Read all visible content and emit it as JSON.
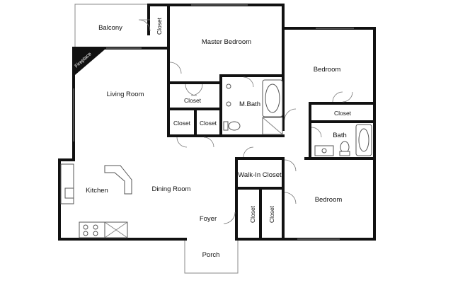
{
  "floorplan": {
    "rooms": {
      "balcony": "Balcony",
      "closet_top": "Closet",
      "master_bedroom": "Master Bedroom",
      "bedroom_top": "Bedroom",
      "fireplace": "Fireplace",
      "living_room": "Living Room",
      "closet_living": "Closet",
      "master_bath": "M.Bath",
      "closet_right": "Closet",
      "closet_left_small": "Closet",
      "closet_mid_small": "Closet",
      "bath": "Bath",
      "walk_in_closet": "Walk-In Closet",
      "kitchen": "Kitchen",
      "dining_room": "Dining Room",
      "bedroom_bottom": "Bedroom",
      "closet_vertical_1": "Closet",
      "closet_vertical_2": "Closet",
      "foyer": "Foyer",
      "porch": "Porch"
    }
  }
}
